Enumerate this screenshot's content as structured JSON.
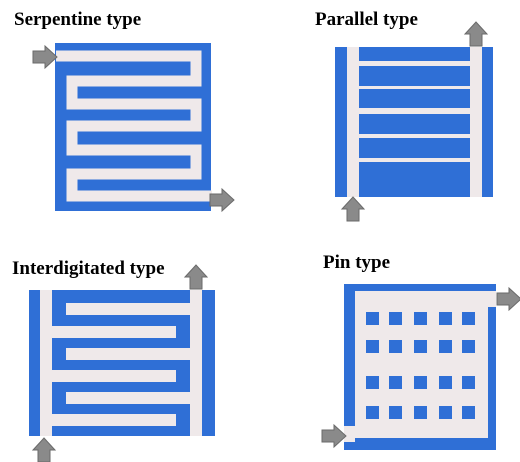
{
  "colors": {
    "channel_blue": "#2f6fd6",
    "flow_fill": "#efe9ea",
    "arrow_fill": "#8a8a8a",
    "arrow_stroke": "#6a6a6a"
  },
  "panels": {
    "serpentine": {
      "title": "Serpentine type"
    },
    "parallel": {
      "title": "Parallel type"
    },
    "interdigitated": {
      "title": "Interdigitated type"
    },
    "pin": {
      "title": "Pin type"
    }
  },
  "icons": {
    "inlet": "arrow-icon",
    "outlet": "arrow-icon"
  }
}
